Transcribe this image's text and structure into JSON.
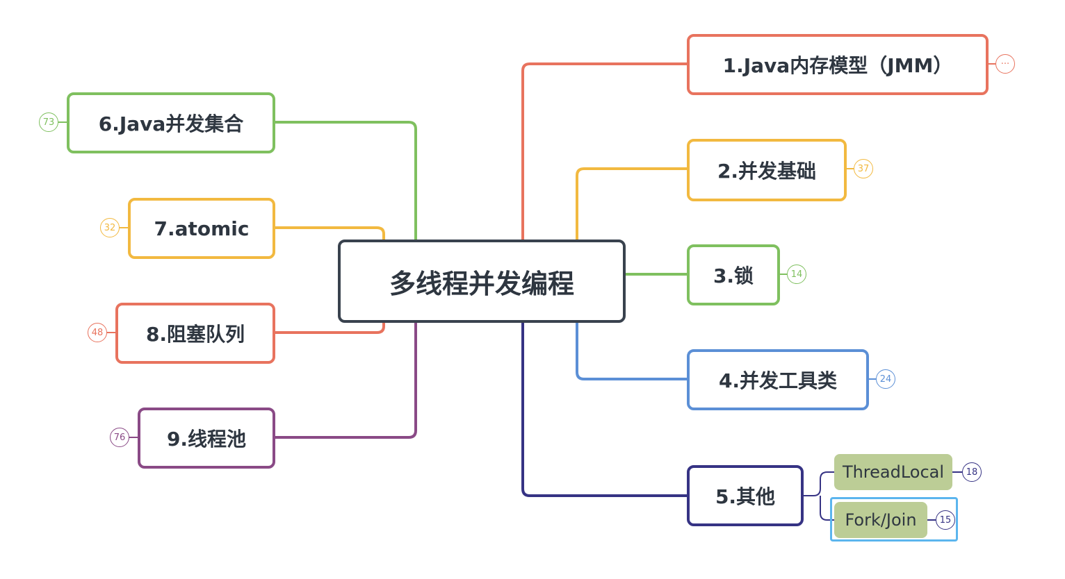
{
  "root": {
    "label": "多线程并发编程"
  },
  "colors": {
    "root": "#39424e",
    "jmm": "#e8735e",
    "basics": "#f2b940",
    "locks": "#7fc05f",
    "tools": "#5b8fd6",
    "other": "#363384",
    "collections": "#7fc05f",
    "atomic": "#f2b940",
    "queues": "#e8735e",
    "pool": "#8a4a86",
    "leaf_fill": "#bccd96",
    "selection": "#5bb5ee"
  },
  "branches": {
    "jmm": {
      "label": "1.Java内存模型（JMM）",
      "badge": "···"
    },
    "basics": {
      "label": "2.并发基础",
      "badge": "37"
    },
    "locks": {
      "label": "3.锁",
      "badge": "14"
    },
    "tools": {
      "label": "4.并发工具类",
      "badge": "24"
    },
    "other": {
      "label": "5.其他",
      "children": [
        {
          "label": "ThreadLocal",
          "badge": "18"
        },
        {
          "label": "Fork/Join",
          "badge": "15"
        }
      ]
    },
    "collections": {
      "label": "6.Java并发集合",
      "badge": "73"
    },
    "atomic": {
      "label": "7.atomic",
      "badge": "32"
    },
    "queues": {
      "label": "8.阻塞队列",
      "badge": "48"
    },
    "pool": {
      "label": "9.线程池",
      "badge": "76"
    }
  }
}
